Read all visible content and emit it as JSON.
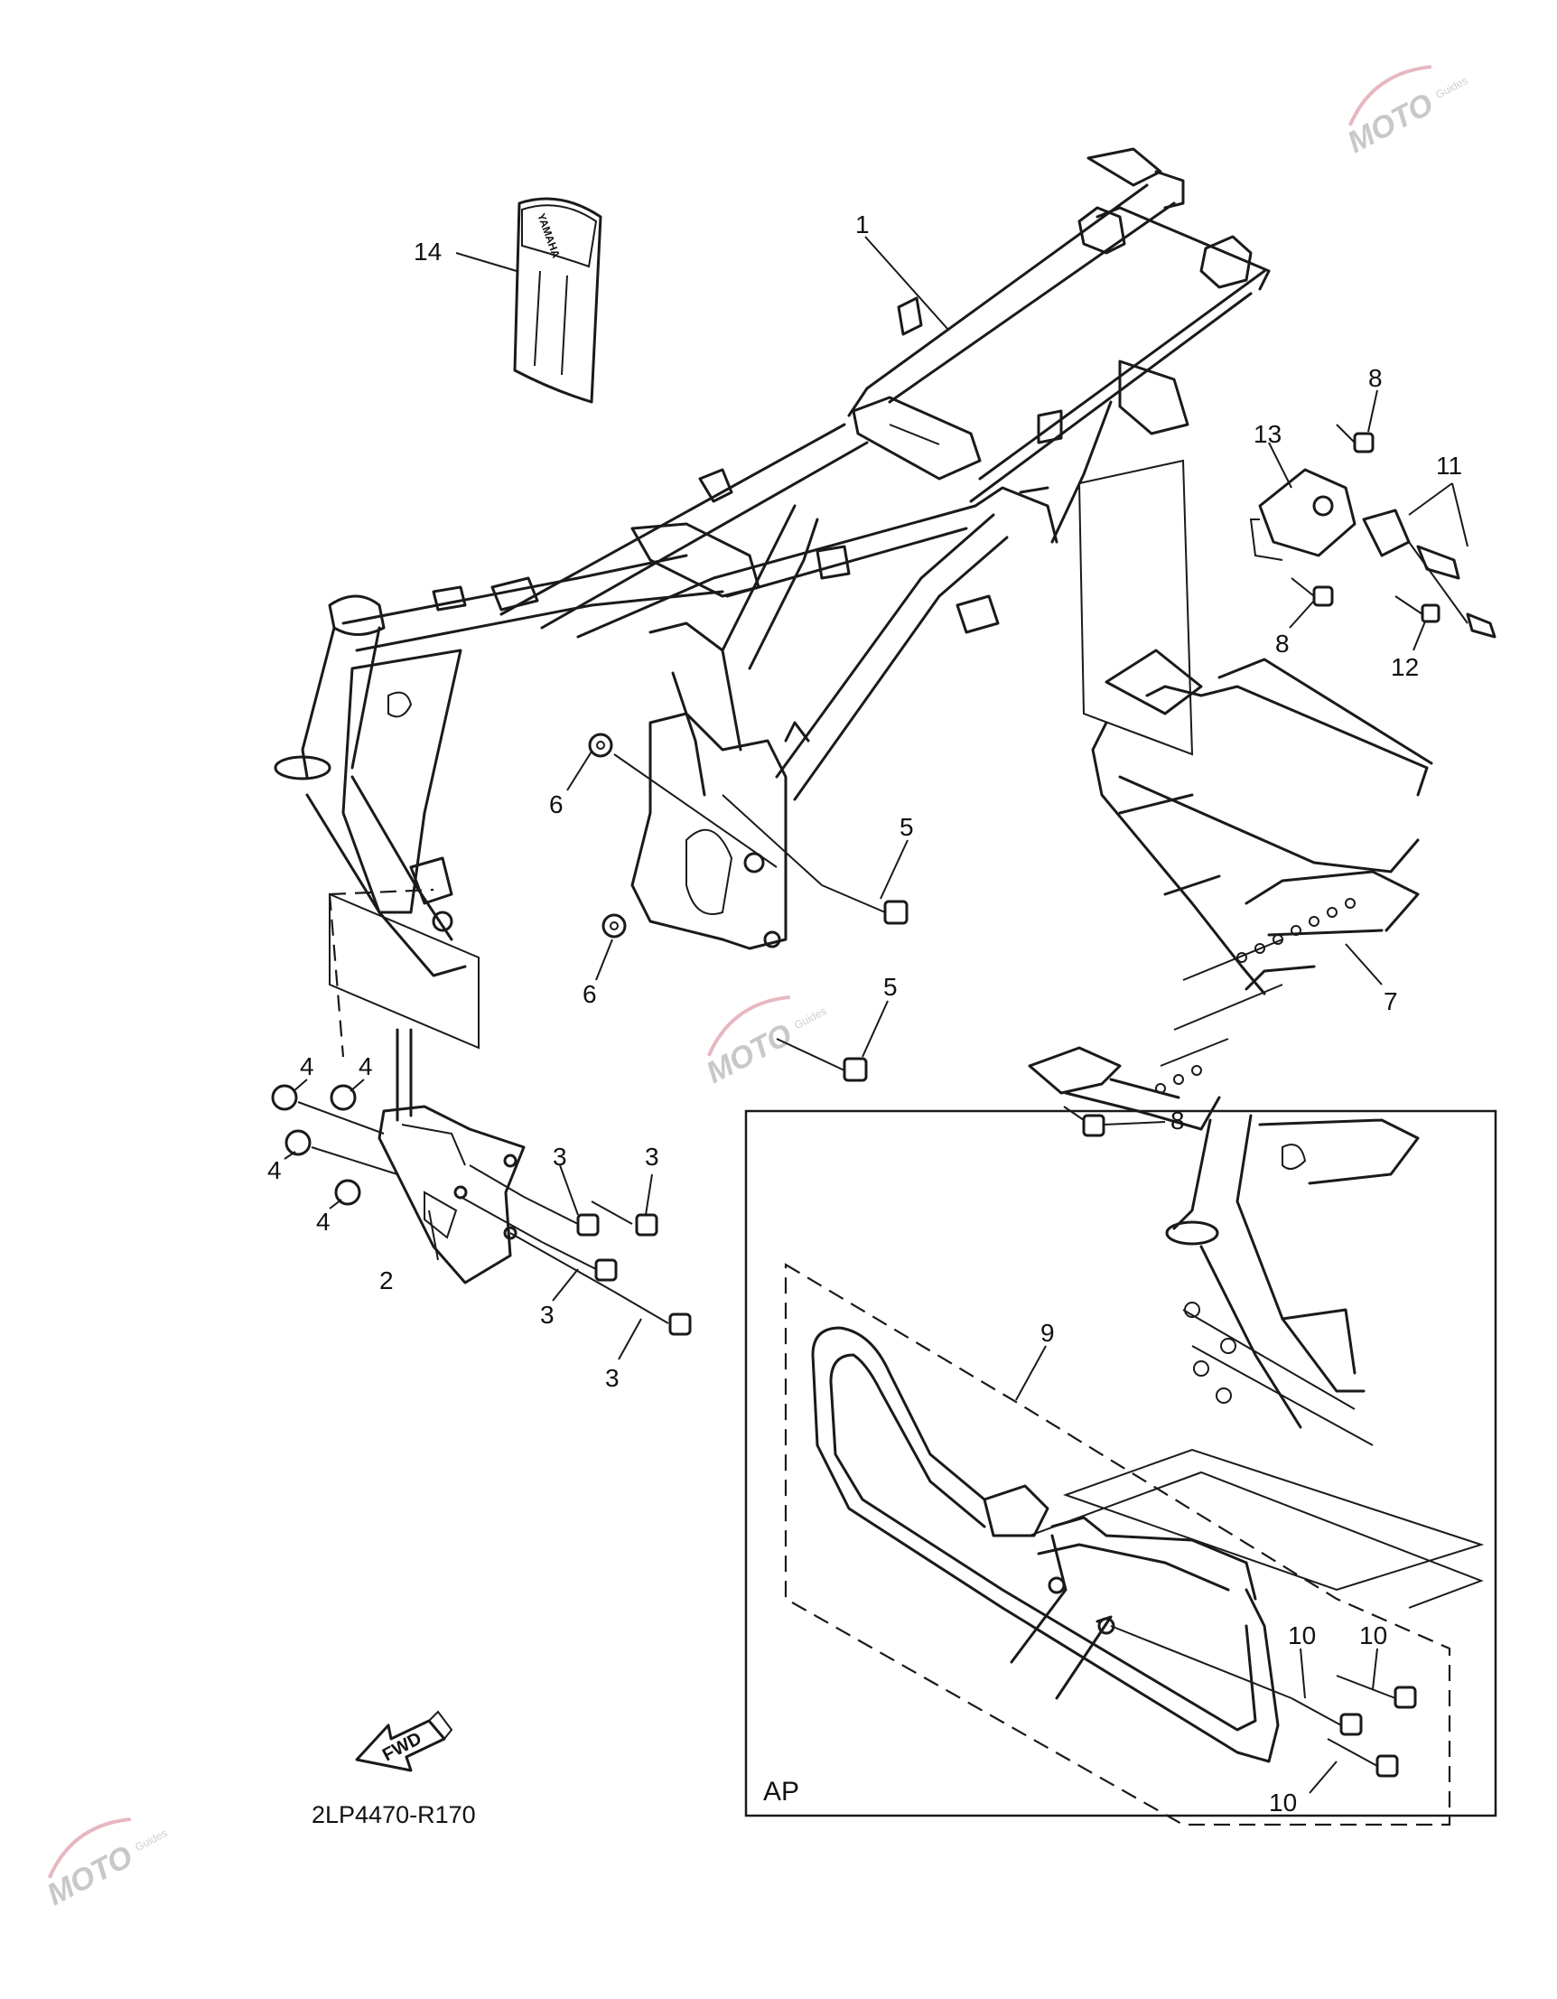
{
  "diagram": {
    "code": "2LP4470-R170",
    "inset_label": "AP",
    "fwd_label": "FWD",
    "emblem_text": "YAMAHA",
    "watermark": {
      "logo_text": "MOTO",
      "sub_text": "Guides"
    },
    "callouts": [
      {
        "id": "c1",
        "text": "1"
      },
      {
        "id": "c2",
        "text": "2"
      },
      {
        "id": "c3a",
        "text": "3"
      },
      {
        "id": "c3b",
        "text": "3"
      },
      {
        "id": "c3c",
        "text": "3"
      },
      {
        "id": "c3d",
        "text": "3"
      },
      {
        "id": "c4a",
        "text": "4"
      },
      {
        "id": "c4b",
        "text": "4"
      },
      {
        "id": "c4c",
        "text": "4"
      },
      {
        "id": "c4d",
        "text": "4"
      },
      {
        "id": "c5a",
        "text": "5"
      },
      {
        "id": "c5b",
        "text": "5"
      },
      {
        "id": "c6a",
        "text": "6"
      },
      {
        "id": "c6b",
        "text": "6"
      },
      {
        "id": "c7",
        "text": "7"
      },
      {
        "id": "c8a",
        "text": "8"
      },
      {
        "id": "c8b",
        "text": "8"
      },
      {
        "id": "c8c",
        "text": "8"
      },
      {
        "id": "c9",
        "text": "9"
      },
      {
        "id": "c10a",
        "text": "10"
      },
      {
        "id": "c10b",
        "text": "10"
      },
      {
        "id": "c10c",
        "text": "10"
      },
      {
        "id": "c11",
        "text": "11"
      },
      {
        "id": "c12",
        "text": "12"
      },
      {
        "id": "c13",
        "text": "13"
      },
      {
        "id": "c14",
        "text": "14"
      }
    ]
  }
}
